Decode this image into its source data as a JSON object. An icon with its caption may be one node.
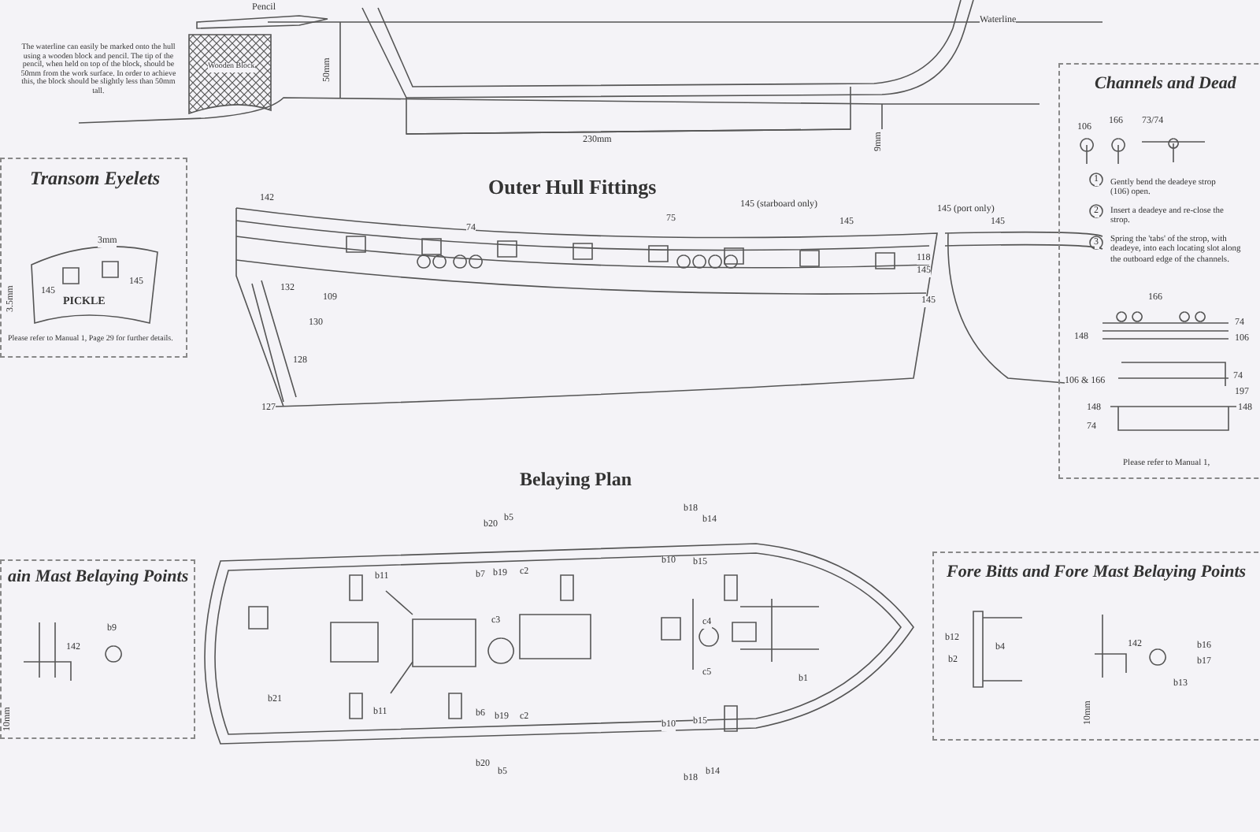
{
  "diagram": {
    "nodes": [
      {
        "text": [
          "Transom Eyelets",
          "Please refer to Manual 1, Page 29 for further details."
        ]
      },
      {
        "text": [
          "Channels and Dead",
          "Gently bend the deadeye strop (106) open.",
          "Insert a deadeye and re-close the strop.",
          "Spring the 'tabs' of the strop, with deadeye, into each locating slot along the outboard edge of the channels.",
          "Please refer to Manual 1,"
        ]
      },
      {
        "text": [
          "ain Mast Belaying Points"
        ]
      },
      {
        "text": [
          "Fore Bitts and Fore Mast Belaying Points"
        ]
      }
    ],
    "labels": [
      "Pencil",
      "The waterline can easily be marked onto the hull using a wooden block and pencil. The tip of the pencil, when held on top of the block, should be 50mm from the work surface. In order to achieve this, the block should be slightly less than 50mm tall.",
      "Wooden Block",
      "50mm",
      "Waterline",
      "230mm",
      "9mm",
      "Outer Hull Fittings",
      "142",
      "74",
      "75",
      "145 (starboard only)",
      "145",
      "145 (port only)",
      "145",
      "118",
      "145",
      "145",
      "132",
      "109",
      "130",
      "128",
      "127",
      "3mm",
      "3.5mm",
      "145",
      "145",
      "PICKLE",
      "106",
      "166",
      "73/74",
      "1",
      "2",
      "3",
      "166",
      "74",
      "148",
      "106",
      "106 & 166",
      "74",
      "197",
      "148",
      "148",
      "74",
      "Belaying Plan",
      "b20",
      "b5",
      "b7",
      "b19",
      "c2",
      "b11",
      "b18",
      "b14",
      "b10",
      "b15",
      "c3",
      "c4",
      "c5",
      "b1",
      "b21",
      "b11",
      "b6",
      "b19",
      "c2",
      "b20",
      "b5",
      "b10",
      "b15",
      "b18",
      "b14",
      "142",
      "b9",
      "10mm",
      "b12",
      "b4",
      "b2",
      "142",
      "10mm",
      "b16",
      "b17",
      "b13"
    ]
  }
}
